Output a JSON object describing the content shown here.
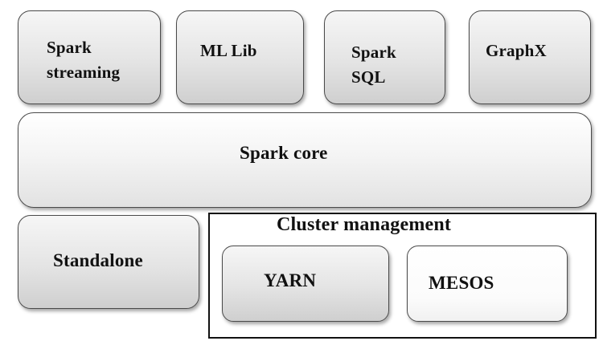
{
  "top_row": {
    "spark_streaming": {
      "line1": "Spark",
      "line2": "streaming"
    },
    "mllib": {
      "label": "ML Lib"
    },
    "spark_sql": {
      "line1": "Spark",
      "line2": "SQL"
    },
    "graphx": {
      "label": "GraphX"
    }
  },
  "core": {
    "label": "Spark core"
  },
  "bottom_row": {
    "standalone": {
      "label": "Standalone"
    },
    "cluster_management": {
      "title": "Cluster management",
      "yarn": {
        "label": "YARN"
      },
      "mesos": {
        "label": "MESOS"
      }
    }
  }
}
